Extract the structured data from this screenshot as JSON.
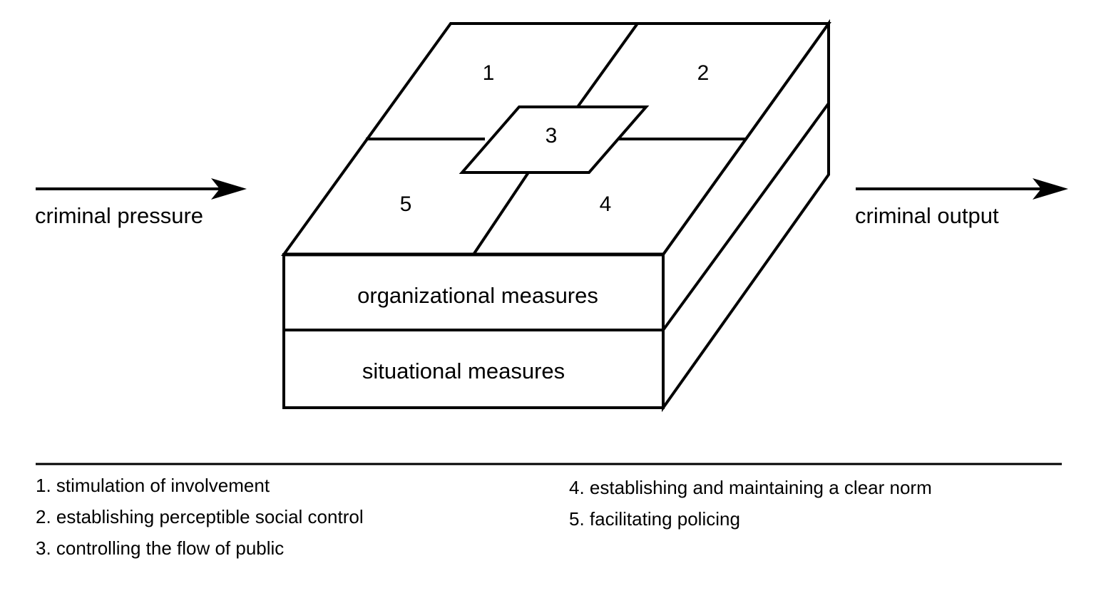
{
  "flow": {
    "input_label": "criminal pressure",
    "output_label": "criminal output"
  },
  "box": {
    "top_sections": [
      {
        "number": "1"
      },
      {
        "number": "2"
      },
      {
        "number": "3"
      },
      {
        "number": "4"
      },
      {
        "number": "5"
      }
    ],
    "layers": [
      {
        "label": "organizational measures"
      },
      {
        "label": "situational measures"
      }
    ]
  },
  "legend": {
    "items": [
      {
        "text": "1. stimulation of involvement"
      },
      {
        "text": "2. establishing perceptible social control"
      },
      {
        "text": "3. controlling the flow of public"
      },
      {
        "text": "4. establishing and maintaining a clear norm"
      },
      {
        "text": "5. facilitating policing"
      }
    ]
  }
}
